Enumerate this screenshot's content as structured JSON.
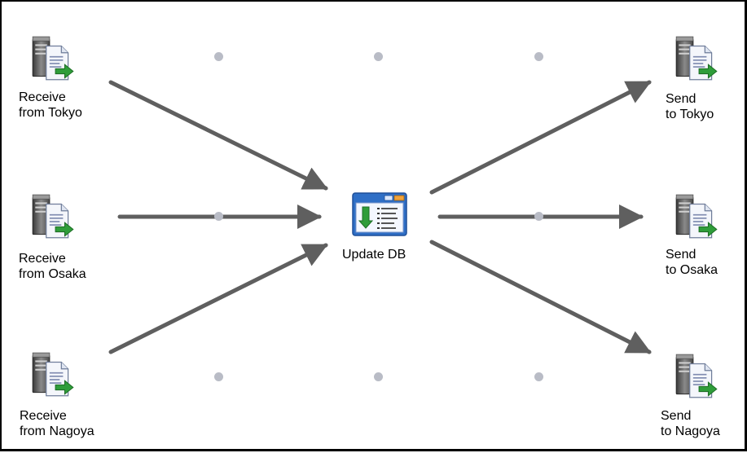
{
  "diagram": {
    "grid_dots": 9,
    "colors": {
      "edge": "#5f5f5f",
      "grid_dot": "#b9bcc6",
      "arrow_green": "#2f9d3a",
      "window_blue": "#2f6fc6"
    },
    "nodes": {
      "receive_tokyo": {
        "line1": "Receive",
        "line2": "from Tokyo",
        "icon": "server-document-icon"
      },
      "receive_osaka": {
        "line1": "Receive",
        "line2": "from Osaka",
        "icon": "server-document-icon"
      },
      "receive_nagoya": {
        "line1": "Receive",
        "line2": "from Nagoya",
        "icon": "server-document-icon"
      },
      "update_db": {
        "label": "Update DB",
        "icon": "database-update-window-icon"
      },
      "send_tokyo": {
        "line1": "Send",
        "line2": "to Tokyo",
        "icon": "server-document-icon"
      },
      "send_osaka": {
        "line1": "Send",
        "line2": "to Osaka",
        "icon": "server-document-icon"
      },
      "send_nagoya": {
        "line1": "Send",
        "line2": "to Nagoya",
        "icon": "server-document-icon"
      }
    },
    "edges": [
      {
        "from": "receive_tokyo",
        "to": "update_db"
      },
      {
        "from": "receive_osaka",
        "to": "update_db"
      },
      {
        "from": "receive_nagoya",
        "to": "update_db"
      },
      {
        "from": "update_db",
        "to": "send_tokyo"
      },
      {
        "from": "update_db",
        "to": "send_osaka"
      },
      {
        "from": "update_db",
        "to": "send_nagoya"
      }
    ]
  }
}
